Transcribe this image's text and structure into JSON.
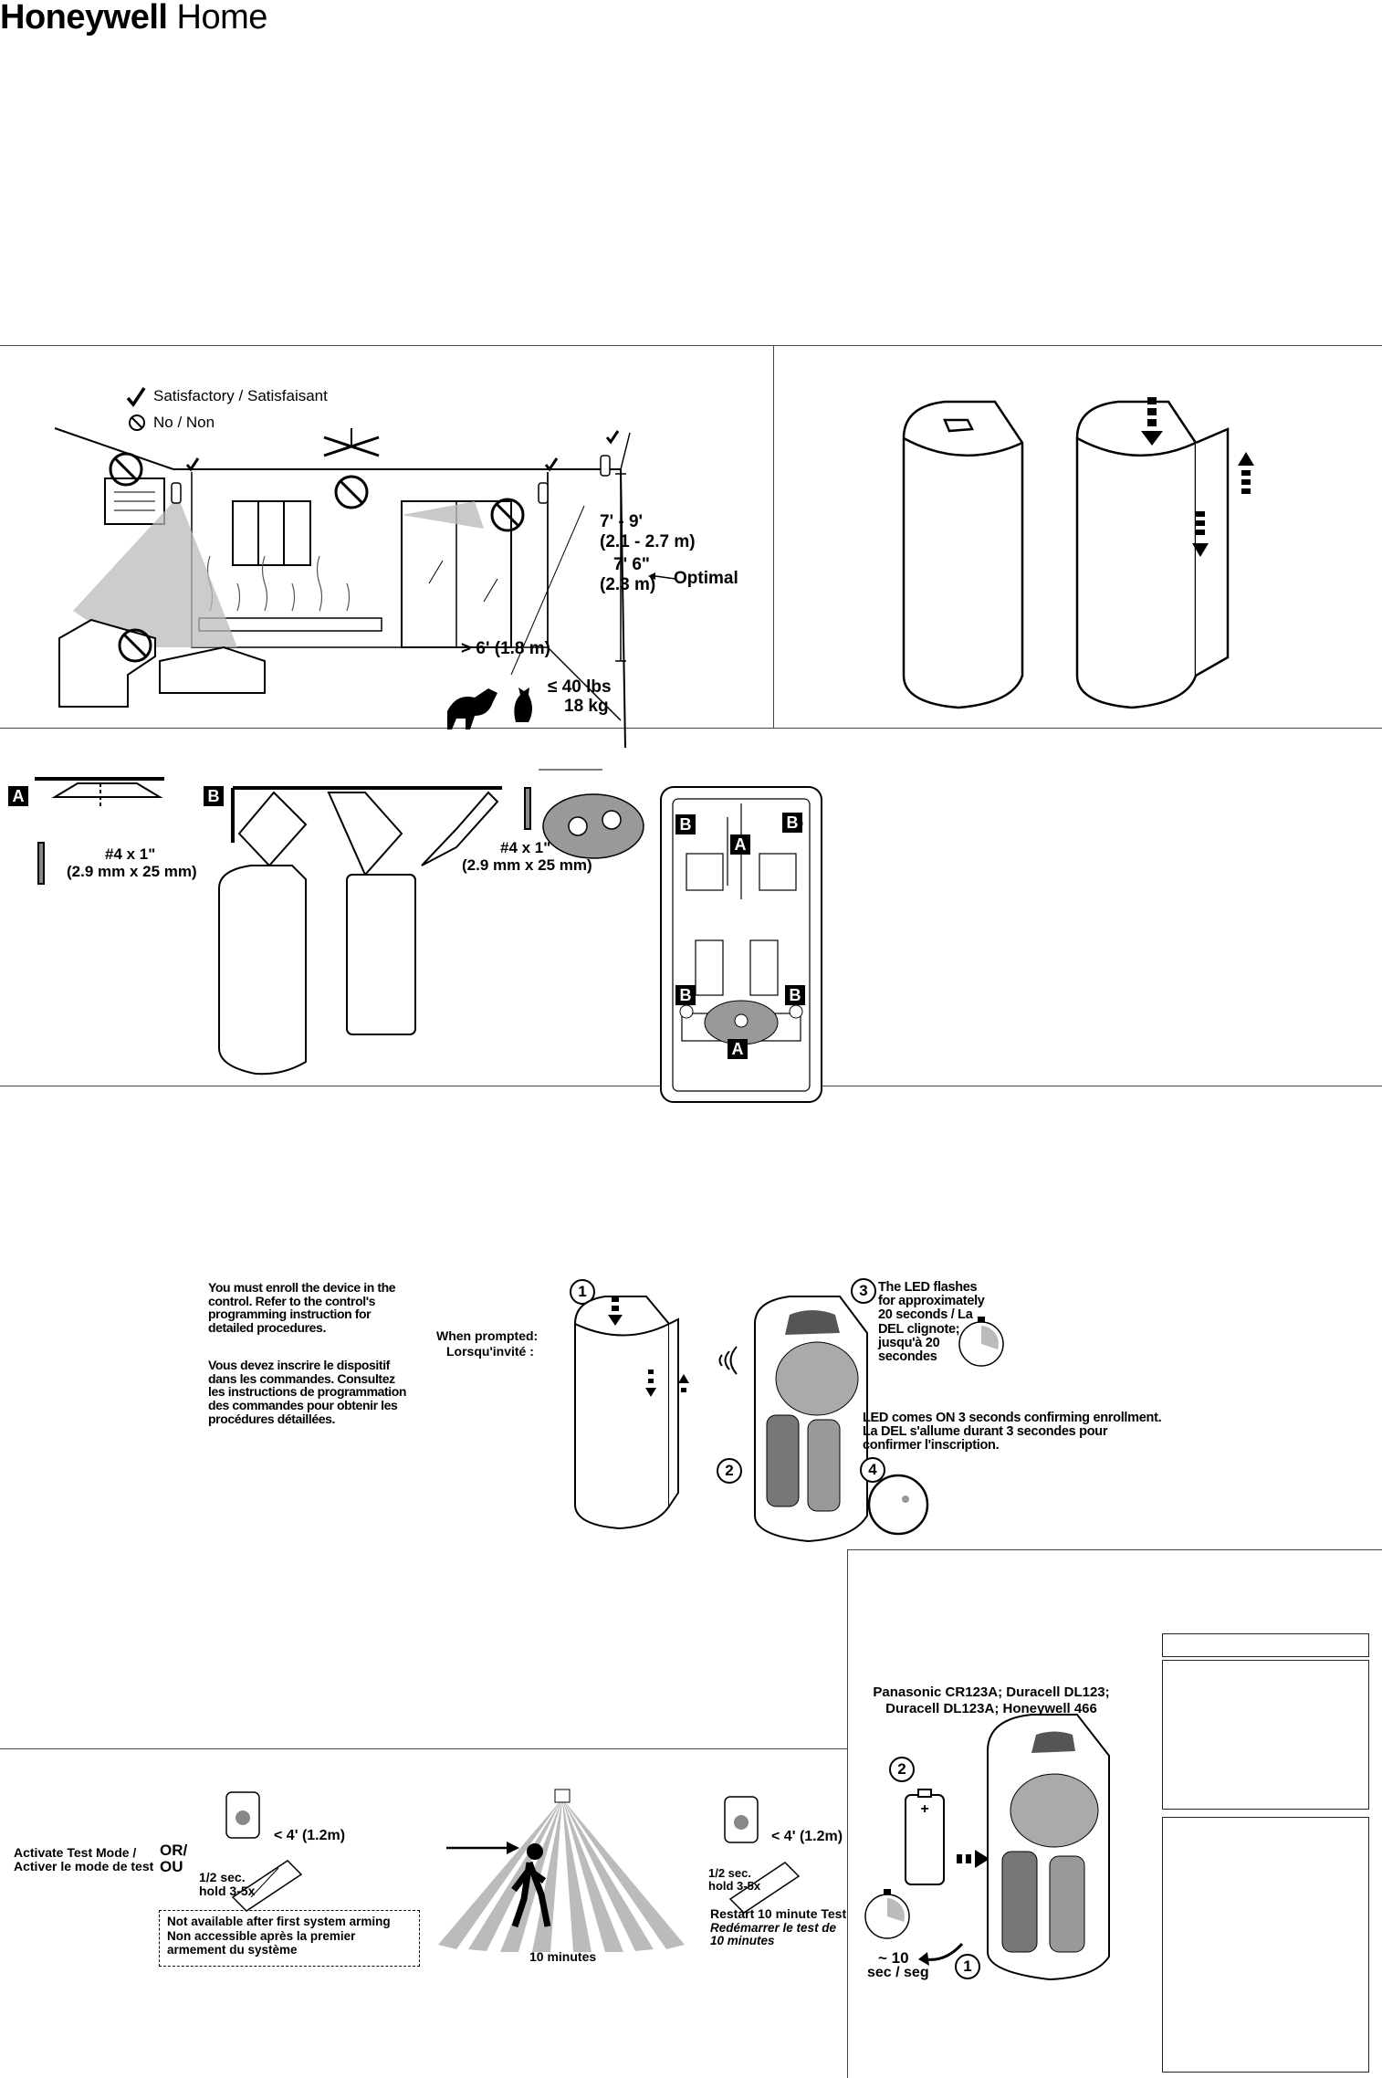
{
  "header": {
    "brand_bold": "Honeywell",
    "brand_light": "Home"
  },
  "placement": {
    "legend_ok": "Satisfactory / Satisfaisant",
    "legend_no": "No / Non",
    "height_range": "7' - 9'",
    "height_range_m": "(2.1 - 2.7 m)",
    "optimal_ft": "7' 6\"",
    "optimal_m": "(2.3 m)",
    "optimal_label": "Optimal",
    "pet_distance": "> 6' (1.8 m)",
    "pet_weight": "≤ 40 lbs",
    "pet_weight_kg": "18 kg"
  },
  "mounting": {
    "label_a": "A",
    "label_b": "B",
    "screw_a": "#4 x 1\"",
    "screw_a_mm": "(2.9 mm x 25 mm)",
    "screw_b": "#4 x 1\"",
    "screw_b_mm": "(2.9 mm x 25 mm)"
  },
  "enroll": {
    "text_en": "You must enroll the device in the control.  Refer to the control's programming instruction for detailed procedures.",
    "text_fr": "Vous devez inscrire le dispositif dans les commandes. Consultez les instructions de programmation des commandes pour obtenir les procédures détaillées.",
    "prompt_en": "When prompted:",
    "prompt_fr": "Lorsqu'invité :",
    "step1": "1",
    "step2": "2",
    "step3": "3",
    "step4": "4",
    "led_flash": "The LED flashes for approximately 20 seconds / La DEL clignote; jusqu'à 20 secondes",
    "led_on": "LED comes ON 3 seconds confirming enrollment. La DEL s'allume durant 3 secondes pour confirmer l'inscription."
  },
  "test": {
    "activate": "Activate Test Mode / Activer le mode de test",
    "or": "OR/ OU",
    "distance": "< 4' (1.2m)",
    "hold": "1/2 sec. hold 3-5x",
    "note": "Not available after first system arming Non accessible après la premier armement du système",
    "duration": "10 minutes",
    "distance2": "< 4' (1.2m)",
    "hold2": "1/2 sec. hold 3-5x",
    "restart_en": "Restart 10 minute Test",
    "restart_fr": "Redémarrer le test de 10 minutes"
  },
  "battery": {
    "types": "Panasonic CR123A; Duracell DL123; Duracell DL123A; Honeywell 466",
    "step1": "1",
    "step2": "2",
    "timer": "~ 10",
    "timer_unit": "sec / seg"
  }
}
